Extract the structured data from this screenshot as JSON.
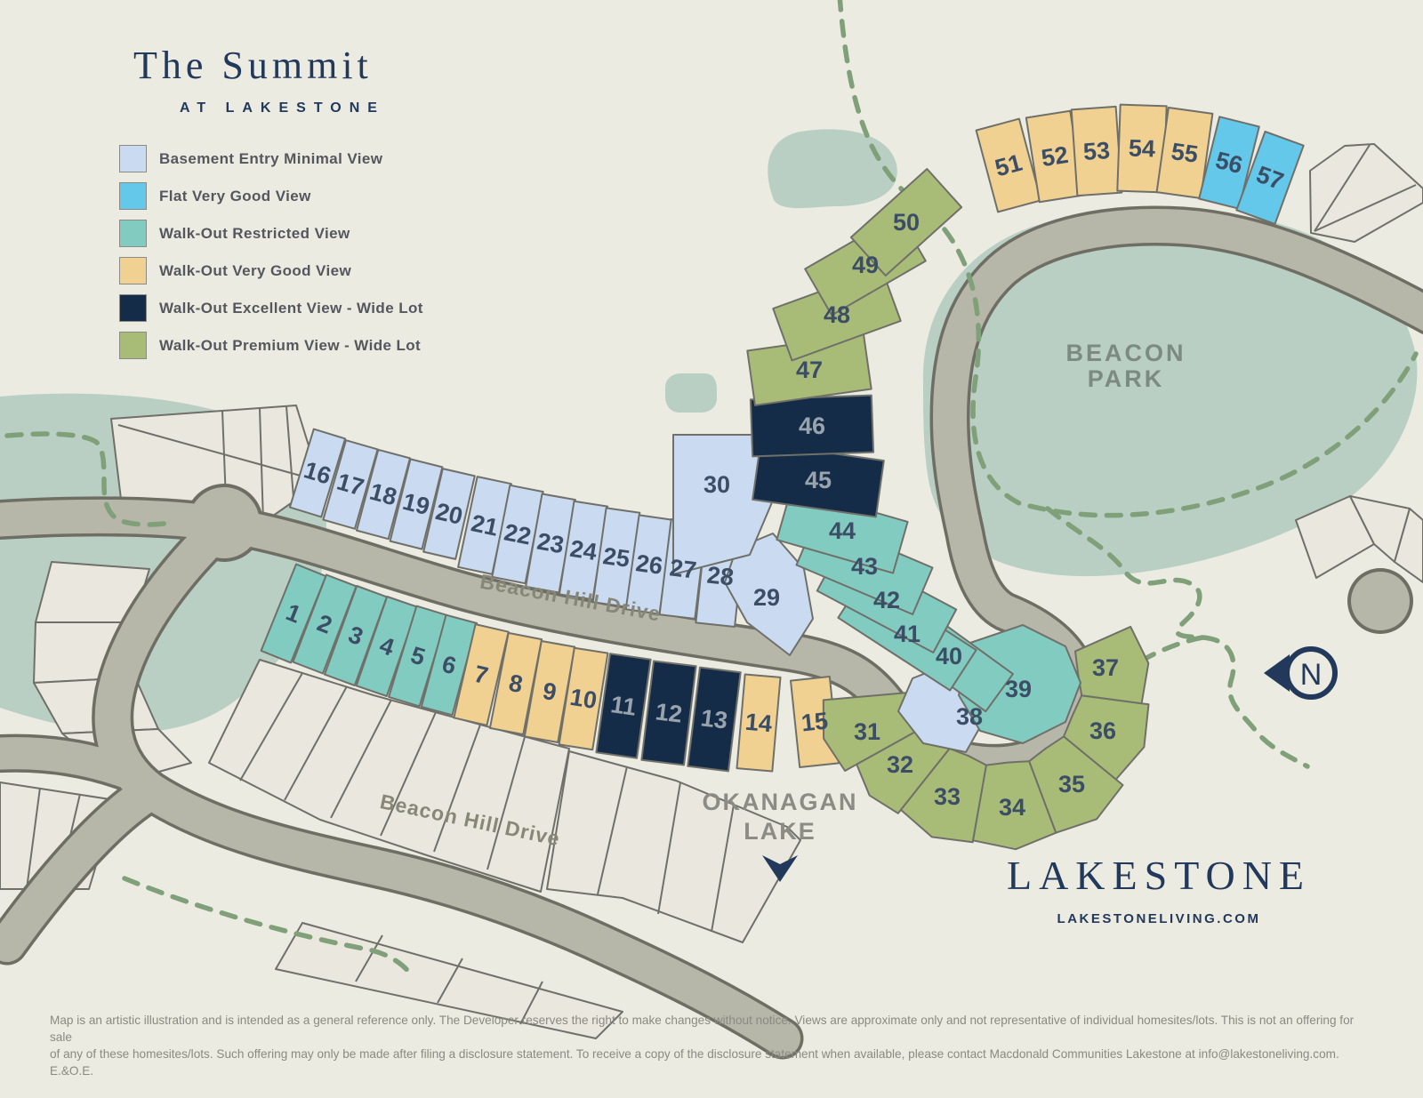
{
  "title": {
    "main": "The Summit",
    "sub": "AT LAKESTONE"
  },
  "legend": {
    "items": [
      {
        "key": "basement",
        "label": "Basement Entry Minimal View",
        "color": "#C9DAF1"
      },
      {
        "key": "flat",
        "label": "Flat Very Good View",
        "color": "#63C8E9"
      },
      {
        "key": "restricted",
        "label": "Walk-Out Restricted View",
        "color": "#82CBC1"
      },
      {
        "key": "verygood",
        "label": "Walk-Out Very Good View",
        "color": "#F0D191"
      },
      {
        "key": "excellent",
        "label": "Walk-Out Excellent View - Wide Lot",
        "color": "#142C47"
      },
      {
        "key": "premium",
        "label": "Walk-Out Premium View - Wide Lot",
        "color": "#A9BC77"
      }
    ]
  },
  "map": {
    "road_name_main": "Beacon Hill Drive",
    "road_name_lower": "Beacon Hill Drive",
    "park_label_line1": "BEACON",
    "park_label_line2": "PARK",
    "lake_label_line1": "OKANAGAN",
    "lake_label_line2": "LAKE",
    "compass_letter": "N",
    "colors": {
      "background": "#ECEBE1",
      "road_fill": "#B6B6A9",
      "road_edge": "#6E6E64",
      "park_green": "#BACFC3",
      "white_lot": "#EAE7DE",
      "lot_edge": "#70706A",
      "trail_green": "#7FA078",
      "number_dark": "#3C4E66",
      "number_on_dark": "#99A3AE",
      "navy": "#22395B",
      "road_label": "#878778",
      "park_label": "#7C8A82"
    },
    "lots": [
      {
        "num": "1",
        "type": "restricted"
      },
      {
        "num": "2",
        "type": "restricted"
      },
      {
        "num": "3",
        "type": "restricted"
      },
      {
        "num": "4",
        "type": "restricted"
      },
      {
        "num": "5",
        "type": "restricted"
      },
      {
        "num": "6",
        "type": "restricted"
      },
      {
        "num": "7",
        "type": "verygood"
      },
      {
        "num": "8",
        "type": "verygood"
      },
      {
        "num": "9",
        "type": "verygood"
      },
      {
        "num": "10",
        "type": "verygood"
      },
      {
        "num": "11",
        "type": "excellent"
      },
      {
        "num": "12",
        "type": "excellent"
      },
      {
        "num": "13",
        "type": "excellent"
      },
      {
        "num": "14",
        "type": "verygood"
      },
      {
        "num": "15",
        "type": "verygood"
      },
      {
        "num": "16",
        "type": "basement"
      },
      {
        "num": "17",
        "type": "basement"
      },
      {
        "num": "18",
        "type": "basement"
      },
      {
        "num": "19",
        "type": "basement"
      },
      {
        "num": "20",
        "type": "basement"
      },
      {
        "num": "21",
        "type": "basement"
      },
      {
        "num": "22",
        "type": "basement"
      },
      {
        "num": "23",
        "type": "basement"
      },
      {
        "num": "24",
        "type": "basement"
      },
      {
        "num": "25",
        "type": "basement"
      },
      {
        "num": "26",
        "type": "basement"
      },
      {
        "num": "27",
        "type": "basement"
      },
      {
        "num": "28",
        "type": "basement"
      },
      {
        "num": "29",
        "type": "basement"
      },
      {
        "num": "30",
        "type": "basement"
      },
      {
        "num": "31",
        "type": "premium"
      },
      {
        "num": "32",
        "type": "premium"
      },
      {
        "num": "33",
        "type": "premium"
      },
      {
        "num": "34",
        "type": "premium"
      },
      {
        "num": "35",
        "type": "premium"
      },
      {
        "num": "36",
        "type": "premium"
      },
      {
        "num": "37",
        "type": "premium"
      },
      {
        "num": "38",
        "type": "basement"
      },
      {
        "num": "39",
        "type": "restricted"
      },
      {
        "num": "40",
        "type": "restricted"
      },
      {
        "num": "41",
        "type": "restricted"
      },
      {
        "num": "42",
        "type": "restricted"
      },
      {
        "num": "43",
        "type": "restricted"
      },
      {
        "num": "44",
        "type": "restricted"
      },
      {
        "num": "45",
        "type": "excellent"
      },
      {
        "num": "46",
        "type": "excellent"
      },
      {
        "num": "47",
        "type": "premium"
      },
      {
        "num": "48",
        "type": "premium"
      },
      {
        "num": "49",
        "type": "premium"
      },
      {
        "num": "50",
        "type": "premium"
      },
      {
        "num": "51",
        "type": "verygood"
      },
      {
        "num": "52",
        "type": "verygood"
      },
      {
        "num": "53",
        "type": "verygood"
      },
      {
        "num": "54",
        "type": "verygood"
      },
      {
        "num": "55",
        "type": "verygood"
      },
      {
        "num": "56",
        "type": "flat"
      },
      {
        "num": "57",
        "type": "flat"
      }
    ]
  },
  "logo": {
    "main": "LAKESTONE",
    "site": "LAKESTONELIVING.COM"
  },
  "disclaimer": {
    "line1": "Map is an artistic illustration and is intended as a general reference only. The Developer reserves the right to make changes without notice. Views are approximate only and not representative of individual homesites/lots. This is not an offering for sale",
    "line2": "of any of these homesites/lots. Such offering may only be made after filing a disclosure statement. To receive a copy of the disclosure statement when available, please contact Macdonald Communities Lakestone at info@lakestoneliving.com. E.&O.E."
  }
}
